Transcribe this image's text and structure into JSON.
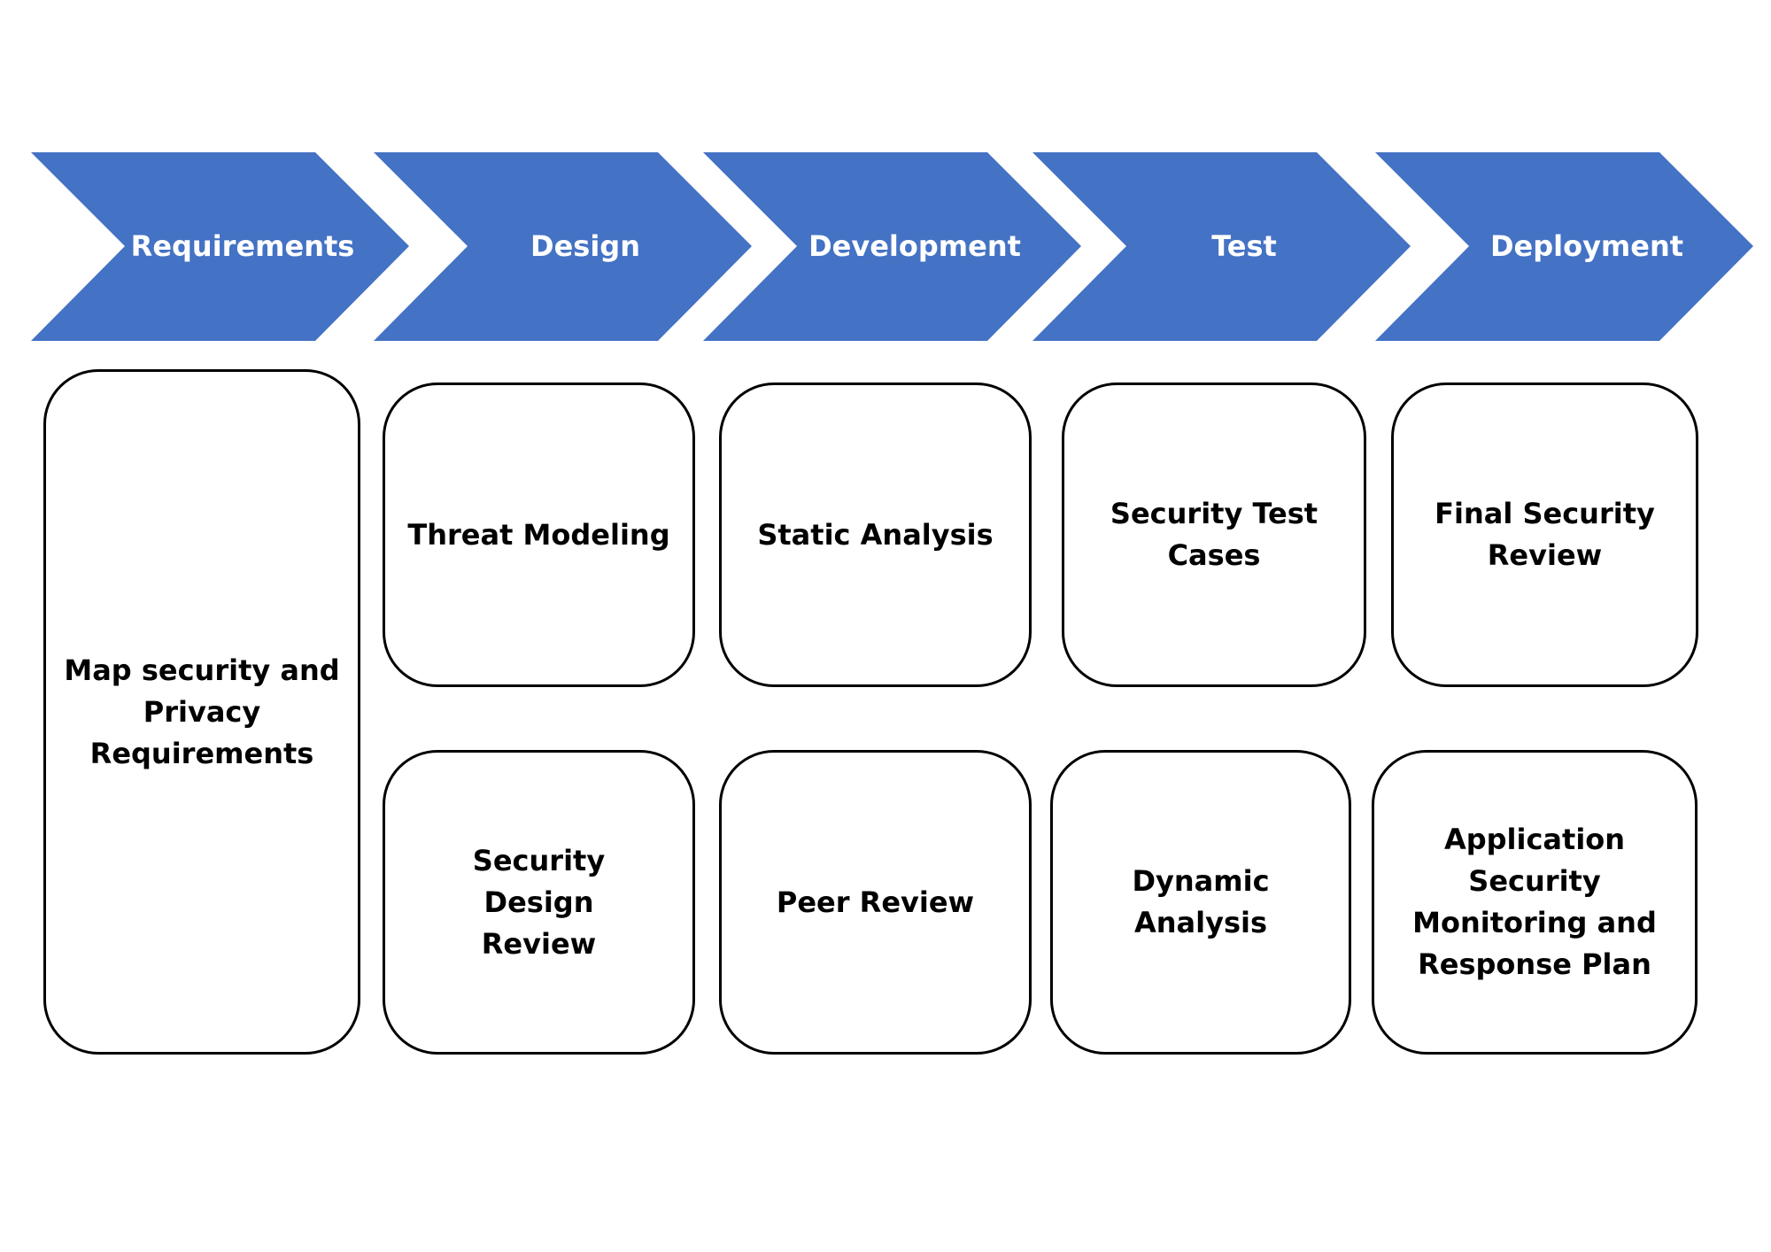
{
  "colors": {
    "chevron_fill": "#4472c4",
    "chevron_text": "#ffffff",
    "box_border": "#000000",
    "box_text": "#000000"
  },
  "phases": [
    {
      "label": "Requirements",
      "activities": [
        "Map security and Privacy Requirements"
      ]
    },
    {
      "label": "Design",
      "activities": [
        "Threat Modeling",
        "Security Design Review"
      ]
    },
    {
      "label": "Development",
      "activities": [
        "Static Analysis",
        "Peer Review"
      ]
    },
    {
      "label": "Test",
      "activities": [
        "Security Test Cases",
        "Dynamic Analysis"
      ]
    },
    {
      "label": "Deployment",
      "activities": [
        "Final Security Review",
        "Application Security Monitoring and Response Plan"
      ]
    }
  ]
}
